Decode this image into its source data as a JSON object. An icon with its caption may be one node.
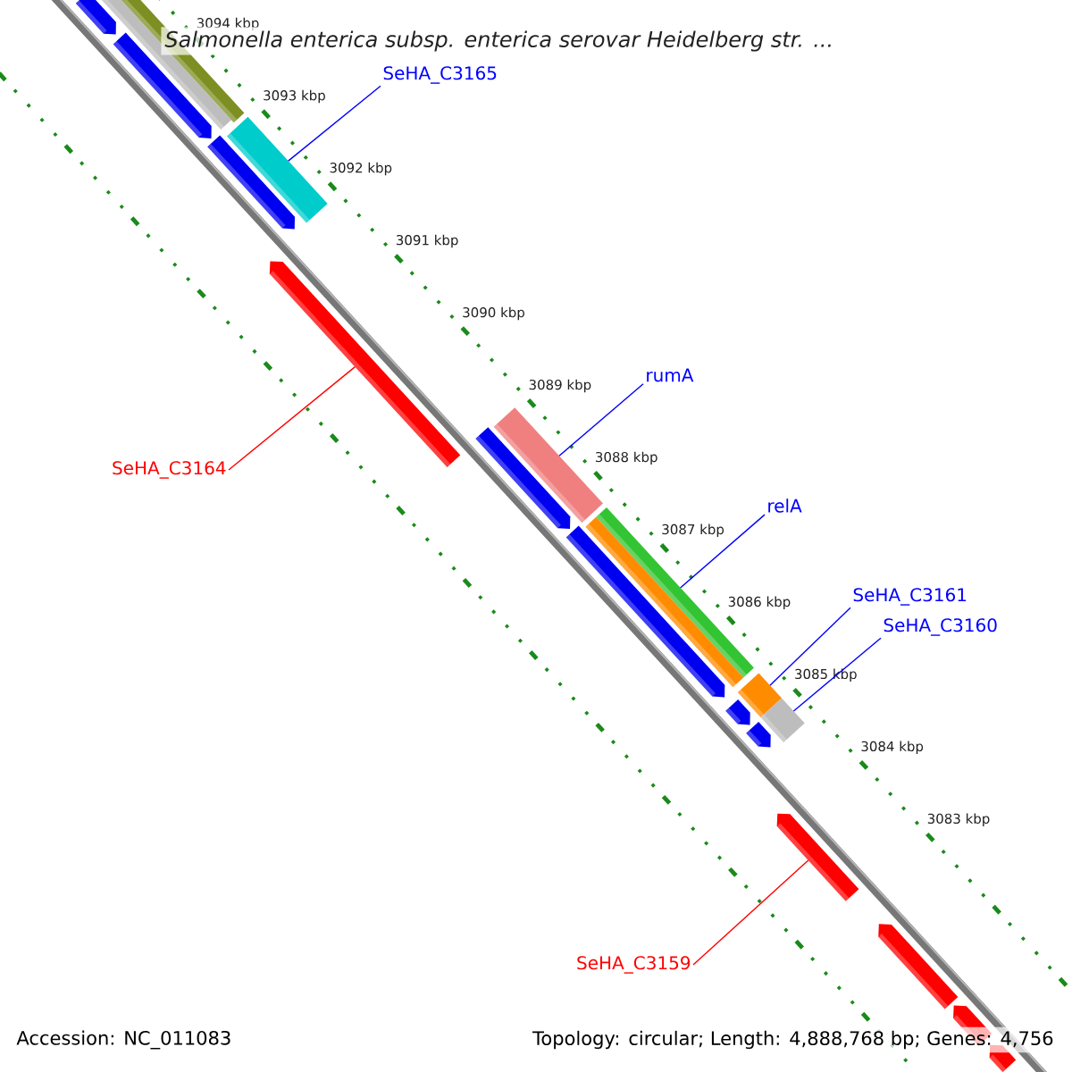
{
  "diagram": {
    "title": "Salmonella enterica subsp. enterica serovar Heidelberg str. ...",
    "nodes": [
      {
        "text": [],
        "shape": "bar"
      },
      {
        "text": [],
        "shape": "bar"
      },
      {
        "text": [],
        "shape": "bar"
      },
      {
        "text": [],
        "shape": "bar"
      },
      {
        "text": [],
        "shape": "bar"
      },
      {
        "text": [],
        "shape": "bar"
      },
      {
        "text": [],
        "shape": "bar"
      },
      {
        "text": [],
        "shape": "bar"
      },
      {
        "text": [],
        "shape": "bar"
      },
      {
        "text": [],
        "shape": "bar"
      },
      {
        "text": [],
        "shape": "bar"
      },
      {
        "text": [],
        "shape": "bar"
      },
      {
        "text": [],
        "shape": "bar"
      },
      {
        "text": [],
        "shape": "bar"
      },
      {
        "text": [],
        "shape": "bar"
      },
      {
        "text": [],
        "shape": "bar"
      },
      {
        "text": [],
        "shape": "bar"
      },
      {
        "text": [],
        "shape": "bar"
      },
      {
        "text": [],
        "shape": "bar"
      },
      {
        "text": [],
        "shape": "bar"
      },
      {
        "text": [
          "SeHA_C3165"
        ]
      },
      {
        "text": [
          "SeHA_C3164"
        ]
      },
      {
        "text": [
          "rumA"
        ]
      },
      {
        "text": [
          "relA"
        ]
      },
      {
        "text": [
          "SeHA_C3161"
        ]
      },
      {
        "text": [
          "SeHA_C3160"
        ]
      },
      {
        "text": [
          "SeHA_C3159"
        ]
      }
    ],
    "edges": [
      {
        "from": 20,
        "to": 5,
        "arrow": "none"
      },
      {
        "from": 21,
        "to": 6,
        "arrow": "none",
        "color": "#ff0000"
      },
      {
        "from": 22,
        "to": 8,
        "arrow": "none"
      },
      {
        "from": 23,
        "to": 10,
        "arrow": "none"
      },
      {
        "from": 24,
        "to": 12,
        "arrow": "none"
      },
      {
        "from": 25,
        "to": 14,
        "arrow": "none"
      },
      {
        "from": 26,
        "to": 16,
        "arrow": "none",
        "color": "#ff0000"
      }
    ],
    "labels": [
      "3094 kbp",
      "3093 kbp",
      "3092 kbp",
      "3091 kbp",
      "3090 kbp",
      "3089 kbp",
      "3088 kbp",
      "3087 kbp",
      "3086 kbp",
      "3085 kbp",
      "3084 kbp",
      "3083 kbp",
      "Accession: NC_011083",
      "Topology: circular; Length: 4,888,768 bp; Genes: 4,756"
    ]
  }
}
